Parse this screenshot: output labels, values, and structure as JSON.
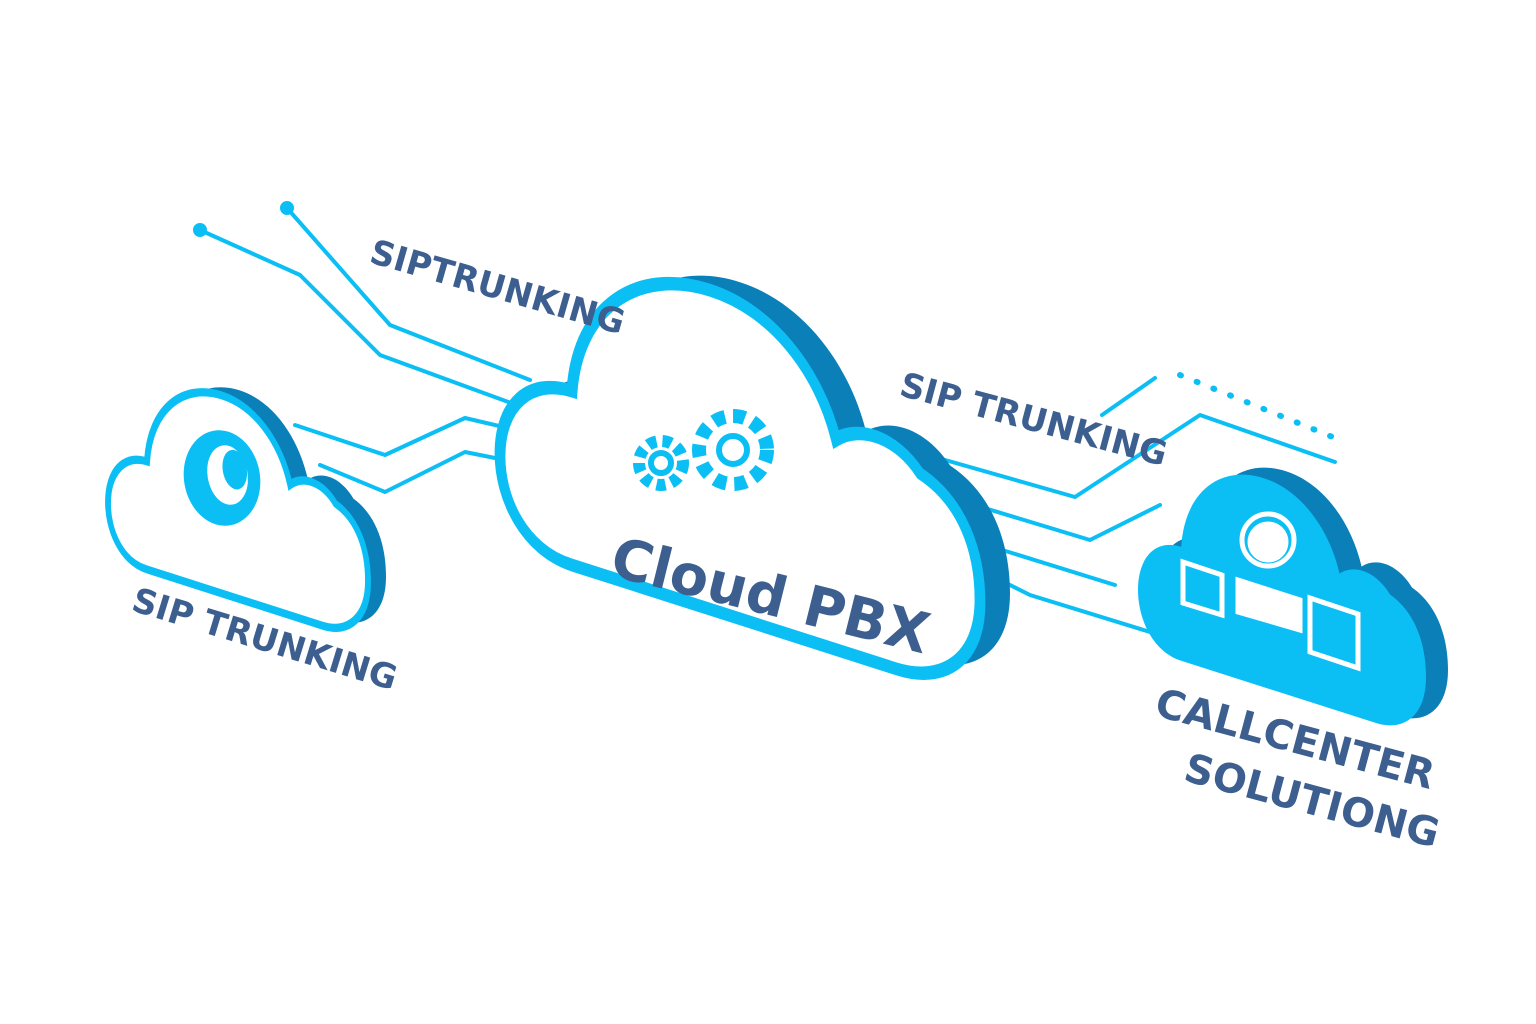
{
  "labels": {
    "top_left": "SIPTRUNKING",
    "left_cloud": "SIP TRUNKING",
    "center_cloud": "Cloud PBX",
    "top_right": "SIP TRUNKING",
    "right_cloud_line1": "CALLCENTER",
    "right_cloud_line2": "SOLUTIONG"
  },
  "colors": {
    "accent": "#0bbff5",
    "shadow": "#0a7fb8",
    "text": "#3d5f8f"
  }
}
